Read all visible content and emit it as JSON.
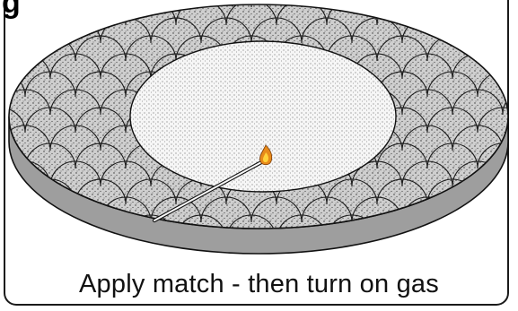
{
  "figure": {
    "label_fragment": "g",
    "caption": "Apply match - then turn on gas"
  },
  "illustration": {
    "subject": "burner-with-lit-match",
    "colors": {
      "outline": "#111111",
      "rim": "#9a9a9a",
      "disc": "#c8c8c8",
      "center": "#f4f4f4",
      "flame_outer": "#e88a1a",
      "flame_inner": "#ffd23a"
    }
  }
}
